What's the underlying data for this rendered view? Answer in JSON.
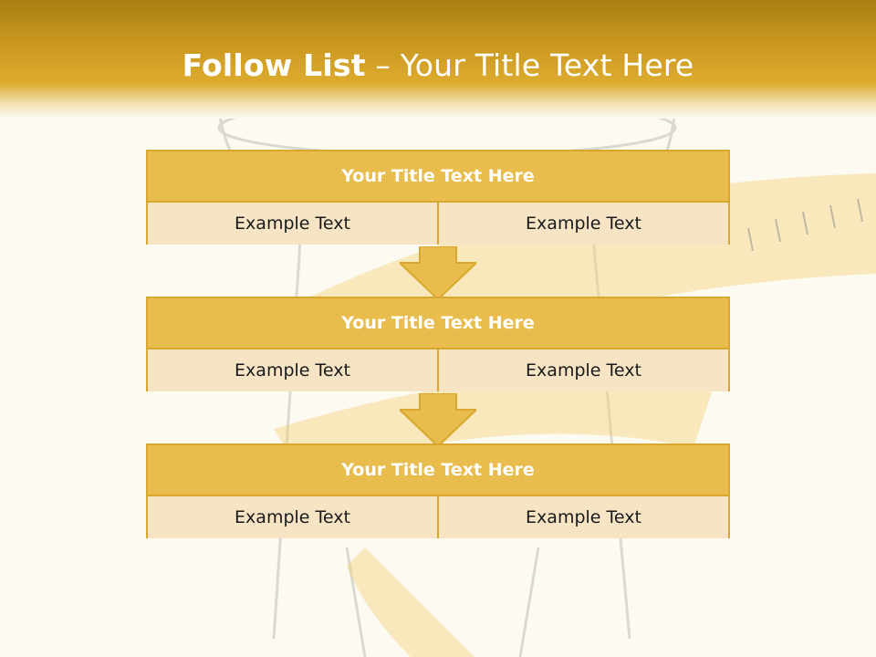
{
  "slide": {
    "title_bold": "Follow List",
    "title_rest": " – Your Title Text Here"
  },
  "steps": [
    {
      "title": "Your Title Text Here",
      "left": "Example Text",
      "right": "Example Text"
    },
    {
      "title": "Your Title Text Here",
      "left": "Example Text",
      "right": "Example Text"
    },
    {
      "title": "Your Title Text Here",
      "left": "Example Text",
      "right": "Example Text"
    }
  ],
  "colors": {
    "header": "#c9971f",
    "step_title_fill": "#e8bd4d",
    "cell_fill": "#f6e4c4",
    "border": "#d9a72e",
    "background": "#fdfaf2"
  },
  "icons": [
    "down-arrow-icon",
    "down-arrow-icon"
  ]
}
